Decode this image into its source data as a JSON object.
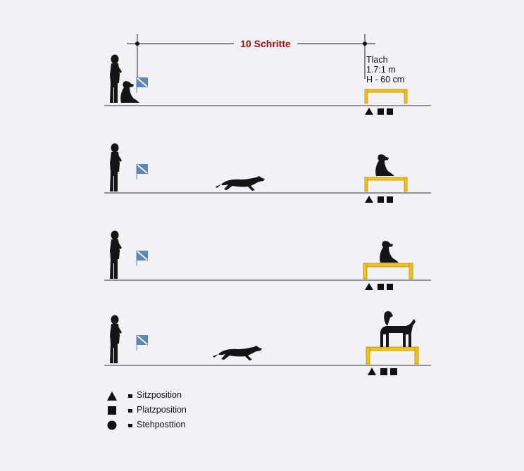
{
  "measure": {
    "label": "10 Schritte"
  },
  "table_spec": {
    "line1": "Tlach",
    "line2": "1.7:1 m",
    "line3": "H - 60 cm"
  },
  "legend": [
    {
      "shape": "triangle",
      "label": "Sitzposition"
    },
    {
      "shape": "square",
      "label": "Platzposition"
    },
    {
      "shape": "circle",
      "label": "Stehposttion"
    }
  ],
  "rows": [
    {
      "stage": "handler with dog at start"
    },
    {
      "stage": "dog running to table, sitting"
    },
    {
      "stage": "dog sitting on table"
    },
    {
      "stage": "dog running to table, standing"
    }
  ],
  "colors": {
    "table": "#f0c419",
    "table_stroke": "#b88f00",
    "flag": "#5b88b4",
    "silhouette": "#151515",
    "measure_text": "#a01010"
  }
}
